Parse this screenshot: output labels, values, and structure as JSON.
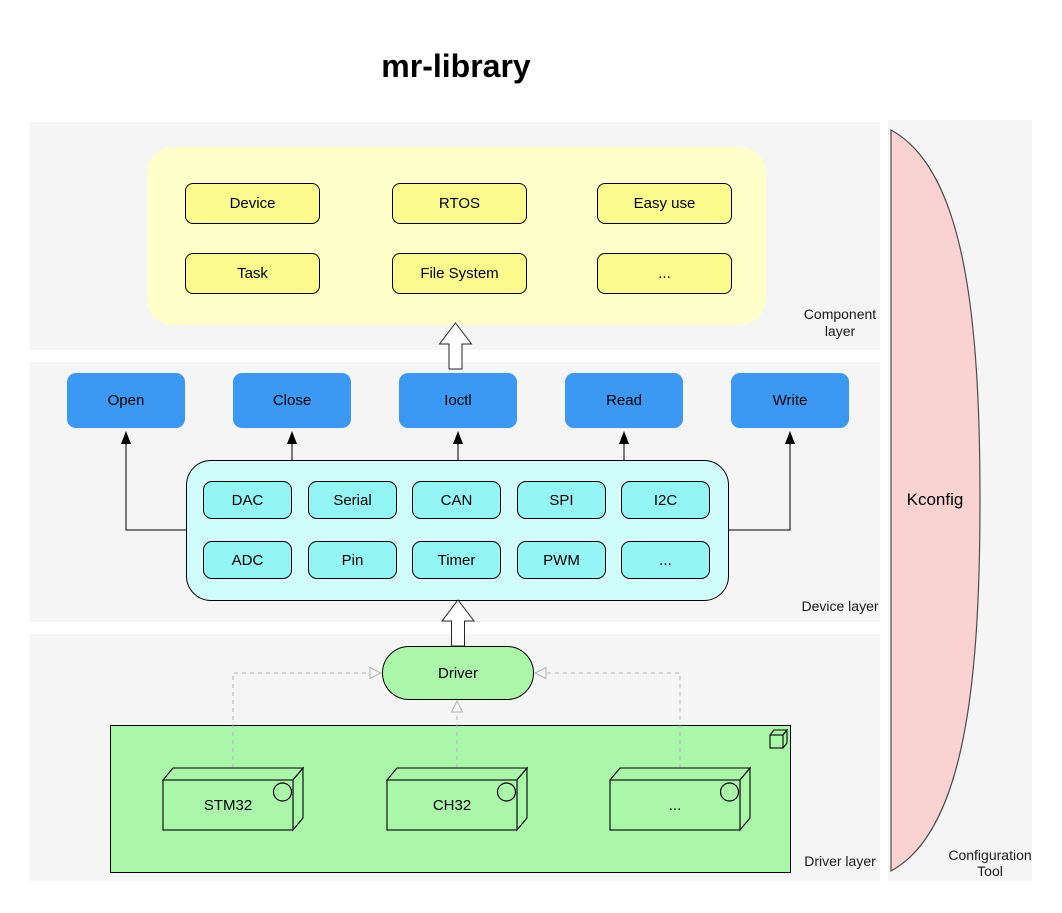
{
  "title": "mr-library",
  "component": {
    "label": "Component layer",
    "boxes": [
      "Device",
      "RTOS",
      "Easy use",
      "Task",
      "File System",
      "..."
    ]
  },
  "device": {
    "label": "Device layer",
    "api": [
      "Open",
      "Close",
      "Ioctl",
      "Read",
      "Write"
    ],
    "peripherals": [
      "DAC",
      "Serial",
      "CAN",
      "SPI",
      "I2C",
      "ADC",
      "Pin",
      "Timer",
      "PWM",
      "..."
    ]
  },
  "driver": {
    "label": "Driver layer",
    "node": "Driver",
    "chips": [
      "STM32",
      "CH32",
      "..."
    ]
  },
  "config": {
    "name": "Kconfig",
    "label": "Configuration Tool"
  },
  "colors": {
    "band_bg": "#f5f5f5",
    "component_container": "#ffffc9",
    "component_box": "#fbfb8d",
    "api_box": "#3c99f3",
    "device_container": "#d0fcfc",
    "device_box": "#94f5f5",
    "driver_green": "#aaf7aa",
    "config_pink": "#fbd2d2"
  }
}
